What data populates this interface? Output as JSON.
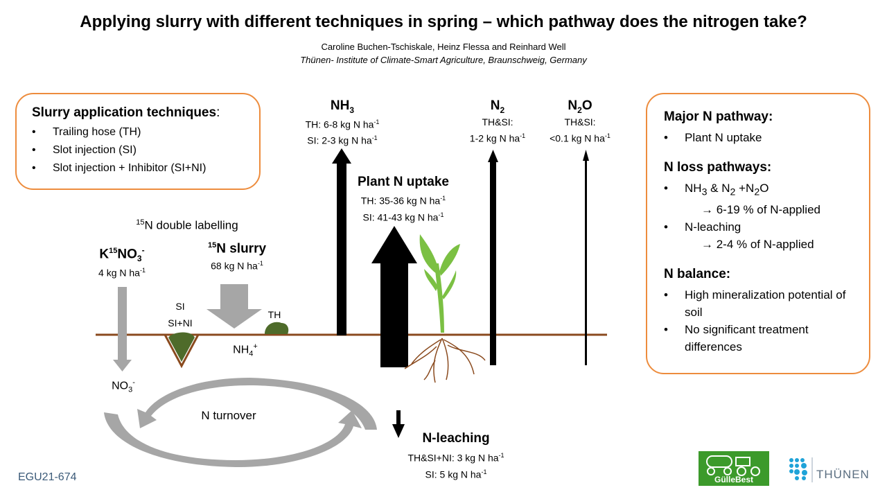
{
  "title": "Applying slurry with different techniques in spring – which pathway does the nitrogen take?",
  "authors": "Caroline Buchen-Tschiskale, Heinz Flessa and Reinhard Well",
  "affiliation": "Thünen- Institute of Climate-Smart Agriculture, Braunschweig, Germany",
  "techniques": {
    "heading": "Slurry application techniques",
    "colon": ":",
    "items": [
      "Trailing hose (TH)",
      "Slot injection (SI)",
      "Slot injection + Inhibitor (SI+NI)"
    ]
  },
  "labelling": {
    "heading_sup": "15",
    "heading_rest": "N double labelling",
    "kno3_K": "K",
    "kno3_sup": "15",
    "kno3_NO": "NO",
    "kno3_sub": "3",
    "kno3_charge": "-",
    "kno3_rate": "4 kg N ha",
    "slurry_sup": "15",
    "slurry_rest": "N slurry",
    "slurry_rate": "68 kg N ha",
    "unit_exp": "-1"
  },
  "soil": {
    "si": "SI",
    "si_ni": "SI+NI",
    "th": "TH",
    "nh4": "NH",
    "nh4_sub": "4",
    "nh4_charge": "+",
    "no3": "NO",
    "no3_sub": "3",
    "no3_charge": "-",
    "turnover": "N turnover"
  },
  "nh3": {
    "main": "NH",
    "sub": "3",
    "th": "TH: 6-8 kg N ha",
    "si": "SI: 2-3 kg N ha"
  },
  "plant": {
    "heading": "Plant N uptake",
    "th": "TH: 35-36 kg N ha",
    "si": "SI: 41-43 kg N ha"
  },
  "n2": {
    "main": "N",
    "sub": "2",
    "label": "TH&SI:",
    "value": "1-2 kg N ha"
  },
  "n2o": {
    "main": "N",
    "sub": "2",
    "tail": "O",
    "label": "TH&SI:",
    "value": "<0.1 kg N ha"
  },
  "leaching": {
    "heading": "N-leaching",
    "a": "TH&SI+NI: 3 kg N ha",
    "b": "SI: 5 kg N ha"
  },
  "summary": {
    "major_heading": "Major N pathway:",
    "major_items": [
      "Plant N uptake"
    ],
    "loss_heading": "N loss pathways:",
    "loss_item1": "NH",
    "loss_item1_sub": "3",
    "loss_item1_mid": " & N",
    "loss_item1_sub2": "2",
    "loss_item1_mid2": " +N",
    "loss_item1_sub3": "2",
    "loss_item1_end": "O",
    "loss_item1_detail": "→ 6-19 % of N-applied",
    "loss_item2": "N-leaching",
    "loss_item2_detail": "→ 2-4 % of N-applied",
    "balance_heading": "N balance:",
    "balance_items": [
      "High mineralization potential of soil",
      "No significant treatment differences"
    ]
  },
  "footer": {
    "code": "EGU21-674",
    "logo_gb": "GülleBest",
    "logo_th": "THÜNEN"
  },
  "colors": {
    "box_border": "#ed8c3d",
    "soil_line": "#8a4a1e",
    "arrow_grey": "#a6a6a6",
    "plant_green": "#7bc043",
    "slurry": "#4e6b2a",
    "footer_text": "#3b5a78"
  }
}
